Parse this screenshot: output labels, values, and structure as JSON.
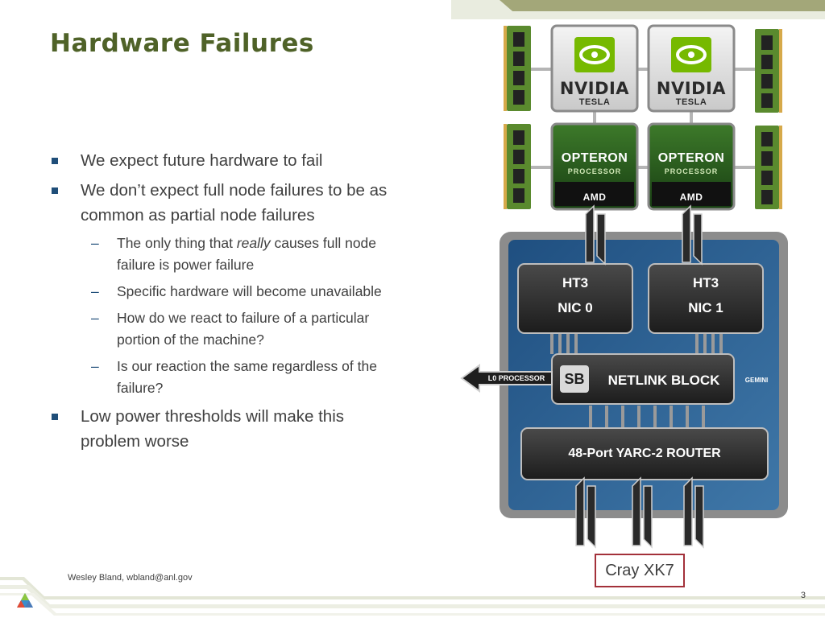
{
  "slide": {
    "title": "Hardware Failures",
    "bullets": [
      {
        "text": "We expect future hardware to fail",
        "subs": []
      },
      {
        "text": "We don’t expect full node failures to be as common as partial node failures",
        "subs": [
          {
            "before": "The only thing that ",
            "emph": "really",
            "after": " causes full node failure is power failure"
          },
          {
            "text": "Specific hardware will become unavailable"
          },
          {
            "text": "How do we react to failure of a particular portion of the machine?"
          },
          {
            "text": "Is our reaction the same regardless of the failure?"
          }
        ]
      },
      {
        "text": "Low power thresholds will make this problem worse",
        "subs": []
      }
    ]
  },
  "diagram": {
    "gpu_brand": "NVIDIA",
    "gpu_model": "TESLA",
    "cpu_name": "OPTERON",
    "cpu_sub": "PROCESSOR",
    "cpu_vendor": "AMD",
    "ht3_label": "HT3",
    "nic0_label": "NIC 0",
    "nic1_label": "NIC 1",
    "sb_label": "SB",
    "netlink_label": "NETLINK BLOCK",
    "gemini_label": "GEMINI",
    "l0_label": "L0 PROCESSOR",
    "router_label": "48-Port YARC-2 ROUTER",
    "colors": {
      "board_blue": "#2b5d8f",
      "nvidia_green": "#76b900",
      "box_dark": "#2a2a2a"
    }
  },
  "caption": "Cray XK7",
  "footer": {
    "author": "Wesley Bland, wbland@anl.gov",
    "page_number": "3"
  }
}
